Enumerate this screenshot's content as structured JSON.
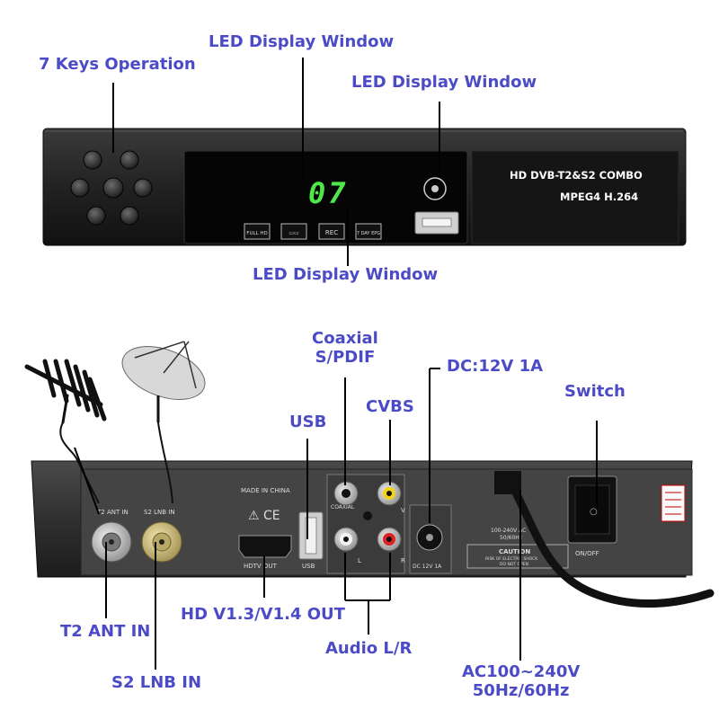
{
  "front": {
    "labels": {
      "keys": "7 Keys Operation",
      "led_top": "LED Display Window",
      "led_right": "LED Display Window",
      "led_bottom": "LED Display Window"
    },
    "led_digits": "07",
    "model_line1": "HD DVB-T2&S2 COMBO",
    "model_line2": "MPEG4 H.264",
    "badges": [
      "FULL HD",
      "",
      "REC",
      "7 DAY EPG"
    ]
  },
  "back": {
    "labels": {
      "coaxial_line1": "Coaxial",
      "coaxial_line2": "S/PDIF",
      "dc": "DC:12V 1A",
      "switch": "Switch",
      "usb": "USB",
      "cvbs": "CVBS",
      "t2_ant_in": "T2 ANT IN",
      "hd_out": "HD V1.3/V1.4 OUT",
      "s2_lnb_in": "S2 LNB IN",
      "audio_lr": "Audio L/R",
      "ac_line1": "AC100~240V",
      "ac_line2": "50Hz/60Hz"
    },
    "panel_text": {
      "made_in": "MADE IN CHINA",
      "t2_ant_in": "T2 ANT IN",
      "s2_lnb_in": "S2 LNB IN",
      "hdmi": "HDTV OUT",
      "usb": "USB",
      "coaxial": "COAXIAL",
      "dc": "DC 12V 1A",
      "audio_l": "L",
      "audio_r": "R",
      "video_v": "V",
      "power_rating_1": "100-240V AC",
      "power_rating_2": "50/60Hz",
      "caution": "CAUTION",
      "caution_1": "RISK OF ELECTRIC SHOCK",
      "caution_2": "DO NOT OPEN",
      "onoff": "ON/OFF"
    }
  }
}
